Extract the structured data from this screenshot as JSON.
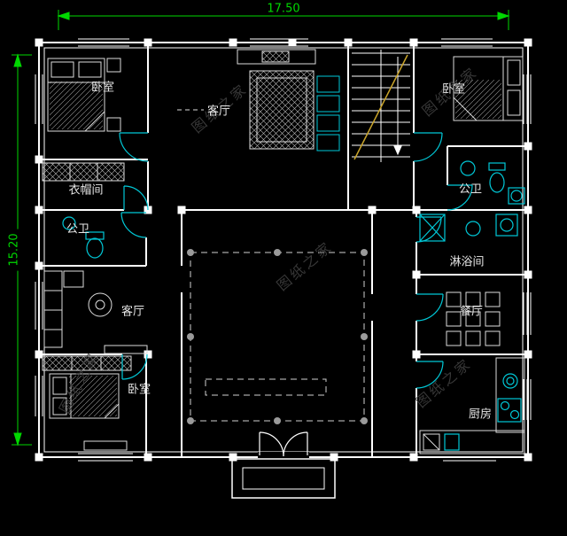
{
  "drawing": {
    "dim_width": "17.50",
    "dim_height": "15.20"
  },
  "rooms": {
    "bedroom_top_left": "卧室",
    "living_top": "客厅",
    "bedroom_top_right": "卧室",
    "cloakroom": "衣帽间",
    "wc_right": "公卫",
    "wc_left": "公卫",
    "shower_room": "淋浴间",
    "living_left": "客厅",
    "dining": "餐厅",
    "bedroom_bottom_left": "卧室",
    "kitchen": "厨房"
  },
  "watermark": "图纸之家",
  "colors": {
    "background": "#000000",
    "wall": "#ffffff",
    "fixture_cyan": "#00c8d7",
    "dimension_green": "#00d800",
    "stair_rail_yellow": "#c9a42a",
    "watermark_gray": "#3e3e3e"
  }
}
